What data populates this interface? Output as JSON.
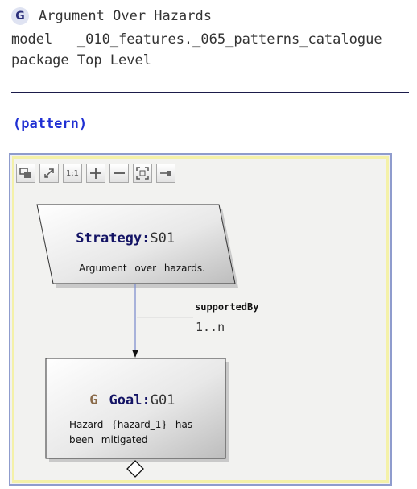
{
  "header": {
    "badge": "G",
    "title": "Argument Over Hazards",
    "model_line": "model   _010_features._065_patterns_catalogue",
    "package_line": "package Top Level"
  },
  "stereotype": "(pattern)",
  "toolbar": {
    "buttons": [
      {
        "name": "select-tool-icon"
      },
      {
        "name": "expand-icon"
      },
      {
        "name": "zoom-reset",
        "label": "1:1"
      },
      {
        "name": "zoom-in-icon"
      },
      {
        "name": "zoom-out-icon"
      },
      {
        "name": "fit-to-window-icon"
      },
      {
        "name": "options-icon"
      }
    ]
  },
  "diagram": {
    "strategy": {
      "keyword": "Strategy:",
      "id": "S01",
      "text": "Argument over hazards."
    },
    "edge": {
      "name": "supportedBy",
      "multiplicity": "1..n"
    },
    "goal": {
      "icon_letter": "G",
      "keyword": "Goal:",
      "id": "G01",
      "text_line1": "Hazard {hazard_1} has",
      "text_line2": "been mitigated"
    }
  },
  "colors": {
    "keyword": "#141465",
    "stereotype": "#1f2fd3",
    "edge": "#7f8fcf",
    "frame_border": "#8f9ccd",
    "frame_inner": "#f4f1a8"
  }
}
